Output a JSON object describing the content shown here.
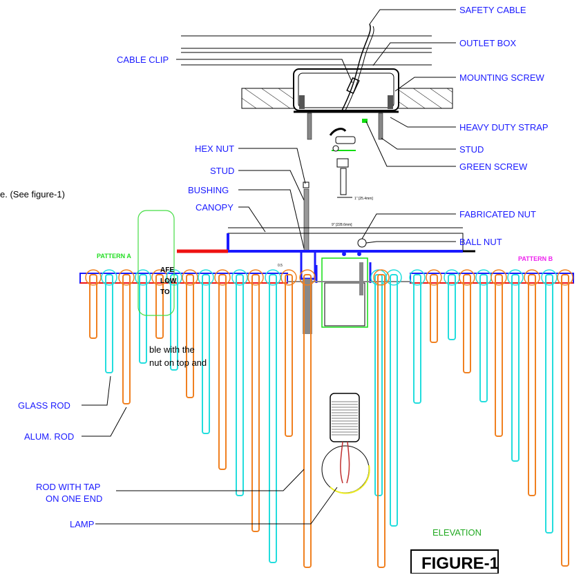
{
  "labels": {
    "safety_cable": "SAFETY CABLE",
    "outlet_box": "OUTLET BOX",
    "mounting_screw": "MOUNTING SCREW",
    "cable_clip": "CABLE CLIP",
    "heavy_duty_strap": "HEAVY DUTY STRAP",
    "stud_right": "STUD",
    "green_screw": "GREEN SCREW",
    "hex_nut": "HEX NUT",
    "stud_left": "STUD",
    "bushing": "BUSHING",
    "canopy": "CANOPY",
    "fabricated_nut": "FABRICATED NUT",
    "ball_nut": "BALL NUT",
    "pattern_a": "PATTERN A",
    "pattern_b": "PATTERN B",
    "glass_rod": "GLASS ROD",
    "alum_rod": "ALUM. ROD",
    "rod_tap_1": "ROD WITH TAP",
    "rod_tap_2": "ON ONE END",
    "lamp": "LAMP",
    "elevation": "ELEVATION",
    "figure": "FIGURE-1"
  },
  "note": {
    "line1": "e. (See figure-1)",
    "box1": "AFE",
    "box2": "LOW",
    "box3": "TO",
    "line2": "ble with the",
    "line3": "nut on top and"
  },
  "dims": {
    "canopy_width": "9\" [228.6mm]",
    "stud_dia": "1\" [25.4mm]",
    "small_dim": "0.5"
  },
  "colors": {
    "label": "#1a1aff",
    "glass": "#22dddd",
    "alum": "#f08020",
    "frame": "#1a1aff",
    "accent_red": "#ee1111",
    "accent_green": "#11dd11",
    "pattern_a": "#22dd22",
    "pattern_b": "#ee22ee"
  }
}
